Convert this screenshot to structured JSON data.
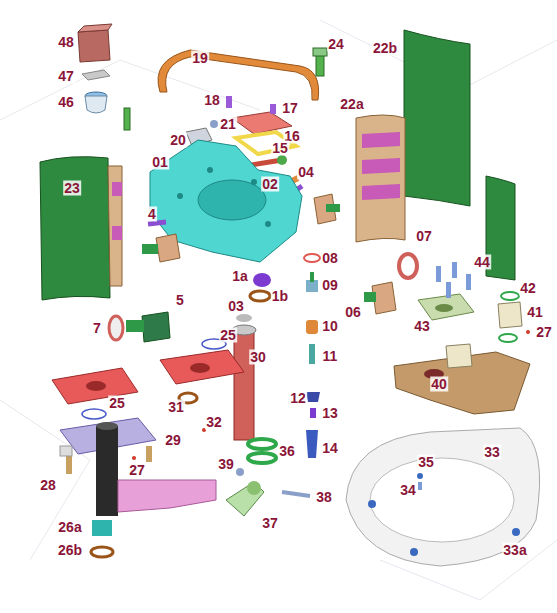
{
  "diagram": {
    "labels": [
      "48",
      "47",
      "46",
      "19",
      "24",
      "22b",
      "18",
      "21",
      "17",
      "20",
      "16",
      "15",
      "01",
      "02",
      "04",
      "22a",
      "23",
      "4",
      "1a",
      "1b",
      "08",
      "07",
      "09",
      "06",
      "44",
      "42",
      "41",
      "27",
      "43",
      "5",
      "7",
      "25",
      "30",
      "03",
      "10",
      "11",
      "12",
      "13",
      "14",
      "40",
      "25",
      "31",
      "32",
      "29",
      "27",
      "28",
      "36",
      "33",
      "35",
      "34",
      "39",
      "38",
      "37",
      "26a",
      "26b",
      "33a"
    ]
  }
}
